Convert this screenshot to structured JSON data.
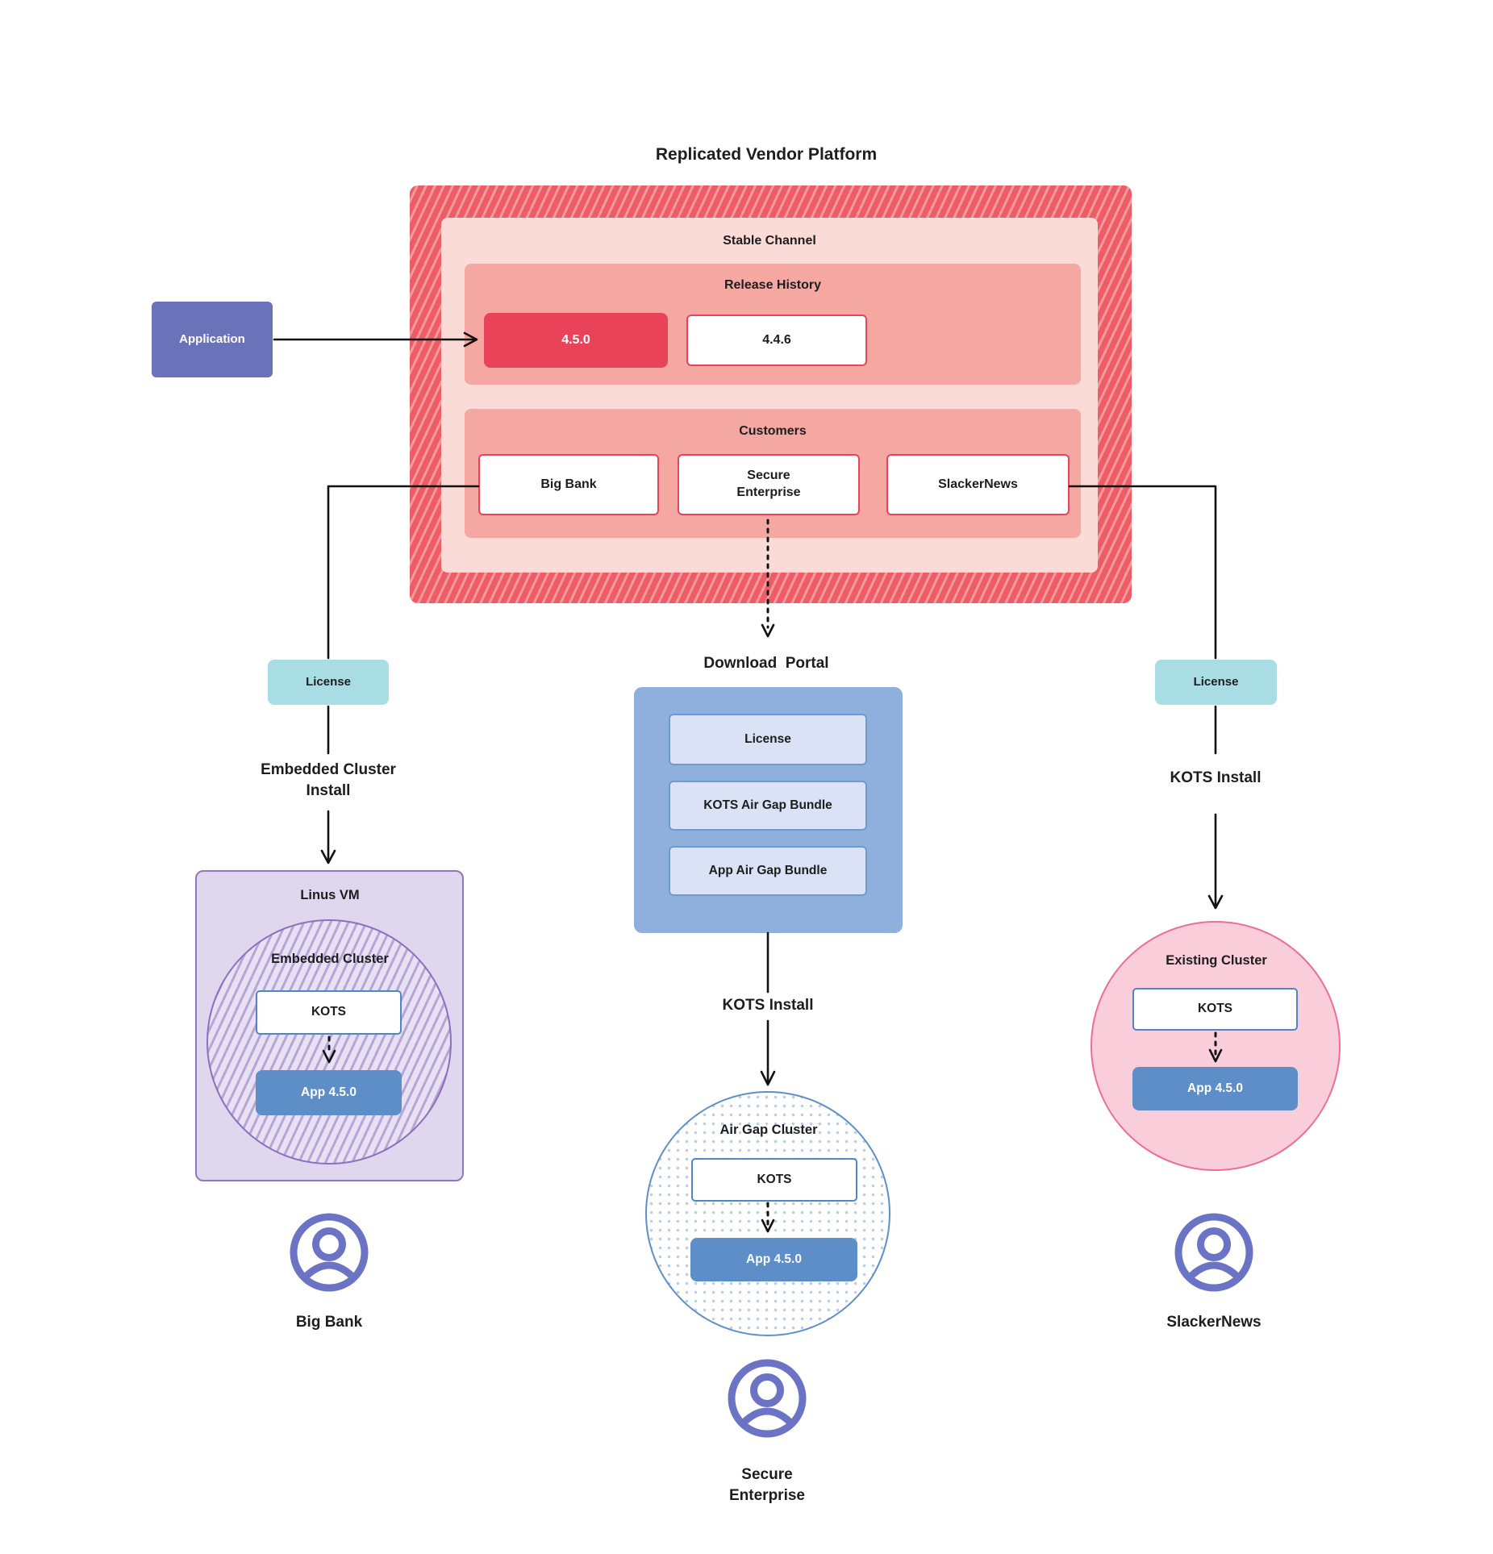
{
  "title": "Replicated Vendor Platform",
  "application": {
    "label": "Application"
  },
  "platform": {
    "stable_channel": {
      "label": "Stable Channel"
    },
    "release_history": {
      "label": "Release History",
      "current_release": "4.5.0",
      "previous_release": "4.4.6"
    },
    "customers": {
      "label": "Customers",
      "items": [
        "Big Bank",
        "Secure\nEnterprise",
        "SlackerNews"
      ]
    }
  },
  "left_branch": {
    "license_label": "License",
    "install_label": "Embedded Cluster\nInstall",
    "vm_label": "Linus VM",
    "cluster_label": "Embedded Cluster",
    "kots_label": "KOTS",
    "app_label": "App 4.5.0",
    "persona_label": "Big Bank"
  },
  "middle_branch": {
    "portal_title": "Download  Portal",
    "portal_items": [
      "License",
      "KOTS Air Gap Bundle",
      "App Air Gap Bundle"
    ],
    "install_label": "KOTS Install",
    "cluster_label": "Air Gap Cluster",
    "kots_label": "KOTS",
    "app_label": "App 4.5.0",
    "persona_label": "Secure\nEnterprise"
  },
  "right_branch": {
    "license_label": "License",
    "install_label": "KOTS Install",
    "cluster_label": "Existing Cluster",
    "kots_label": "KOTS",
    "app_label": "App 4.5.0",
    "persona_label": "SlackerNews"
  },
  "colors": {
    "release_red": "#e84358",
    "panel_salmon": "#f5a8a2",
    "panel_pink": "#fbdbd7",
    "hatch_red_dark": "#ee5c66",
    "hatch_red_light": "#f79a9e",
    "application_purple": "#6a73b9",
    "license_teal": "#a9dde4",
    "portal_blue": "#8fafdd",
    "portal_item_blue": "#dbe2f6",
    "app_button_blue": "#5d8ec7",
    "vm_lavender": "#ded7ee",
    "vm_border_purple": "#9276bd",
    "pink_circle": "#f9cdd9",
    "pink_circle_border": "#ee6e93",
    "persona_icon_purple": "#6b74c4",
    "connector_black": "#111111"
  }
}
